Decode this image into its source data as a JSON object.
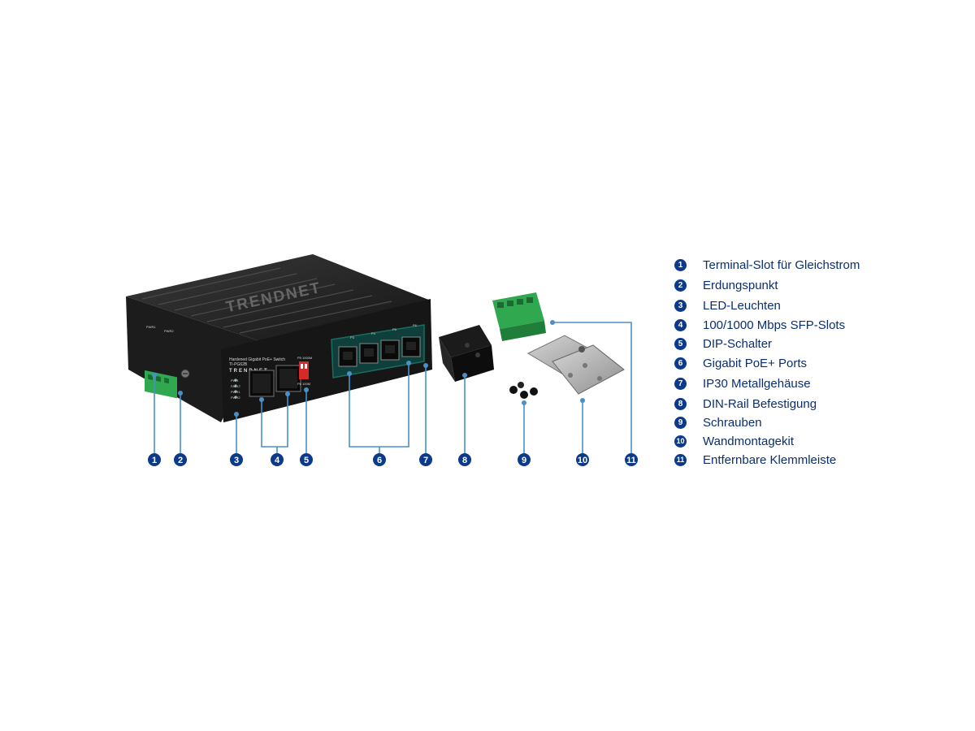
{
  "product": {
    "brand_logo": "TRENDNET",
    "front_brand": "TRENDNET",
    "front_caption": "Hardened Gigabit PoE+ Switch",
    "model": "TI-PG62B",
    "dip_label_top": "P5 1000M",
    "dip_label_bottom": "P6 100M",
    "port_labels": [
      "P3",
      "P4",
      "P5",
      "P6"
    ],
    "terminal_labels": [
      "PWR1",
      "PWR2"
    ],
    "led_labels": [
      "PWR",
      "FAULT",
      "PWR1",
      "PWR2"
    ]
  },
  "callouts": {
    "marker_color": "#0b3a8a",
    "line_color": "#4a90c8",
    "numbers": [
      "1",
      "2",
      "3",
      "4",
      "5",
      "6",
      "7",
      "8",
      "9",
      "10",
      "11"
    ]
  },
  "legend": [
    {
      "number": "1",
      "text": "Terminal-Slot für Gleichstrom"
    },
    {
      "number": "2",
      "text": "Erdungspunkt"
    },
    {
      "number": "3",
      "text": "LED-Leuchten"
    },
    {
      "number": "4",
      "text": "100/1000 Mbps SFP-Slots"
    },
    {
      "number": "5",
      "text": "DIP-Schalter"
    },
    {
      "number": "6",
      "text": "Gigabit PoE+ Ports"
    },
    {
      "number": "7",
      "text": "IP30 Metallgehäuse"
    },
    {
      "number": "8",
      "text": "DIN-Rail Befestigung"
    },
    {
      "number": "9",
      "text": "Schrauben"
    },
    {
      "number": "10",
      "text": "Wandmontagekit"
    },
    {
      "number": "11",
      "text": "Entfernbare Klemmleiste"
    }
  ]
}
